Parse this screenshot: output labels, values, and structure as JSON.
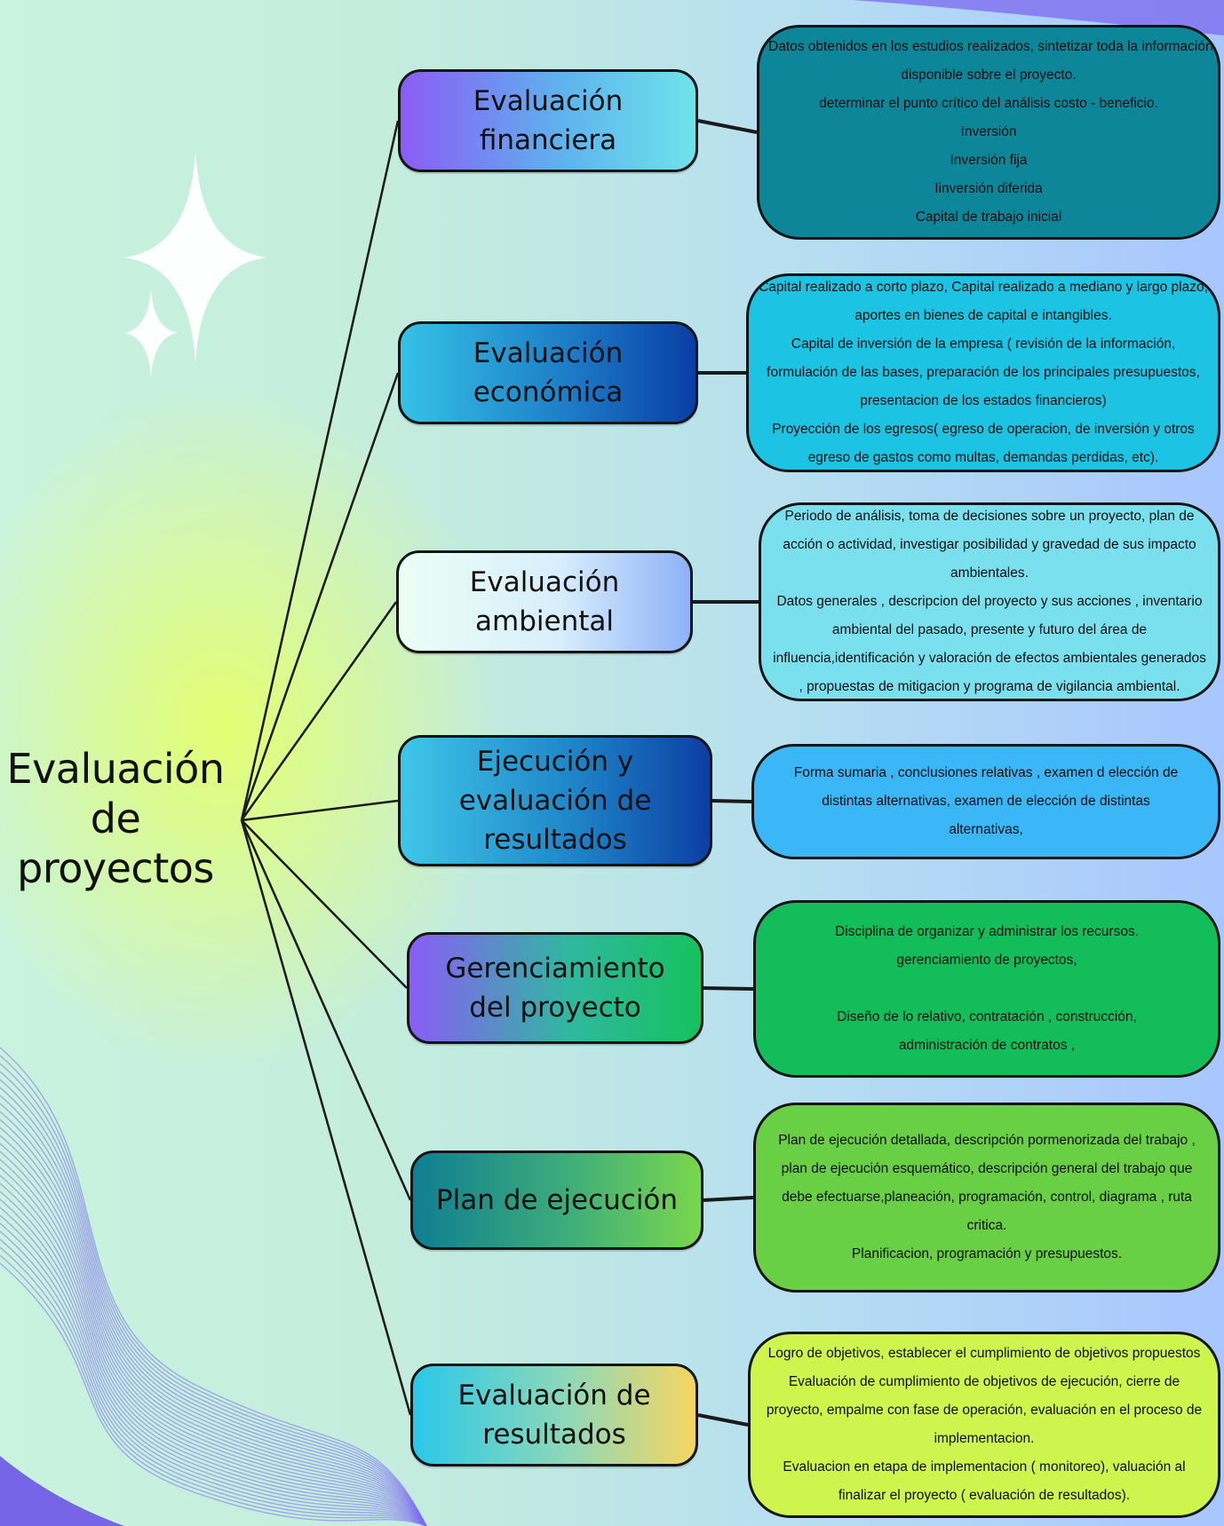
{
  "root": {
    "lines": [
      "Evaluación",
      "de",
      "proyectos"
    ]
  },
  "branches": [
    {
      "title_lines": [
        "Evaluación",
        "financiera"
      ],
      "fill": "linear-gradient(90deg,#8b5cf6 0%,#5eb3ee 55%,#6fe3e9 100%)",
      "desc_fill": "#0e869a",
      "desc_lines": [
        "Datos obtenidos en los estudios realizados, sintetizar toda la información",
        "disponible sobre el proyecto.",
        "determinar el punto crítico del análisis costo - beneficio.",
        "Inversión",
        "Inversión fija",
        "Iinversión diferida",
        "Capital de trabajo inicial"
      ]
    },
    {
      "title_lines": [
        "Evaluación",
        "económica"
      ],
      "fill": "linear-gradient(90deg,#35c2e6 0%,#1e7fc8 55%,#0a3ea6 100%)",
      "desc_fill": "#1dc3e2",
      "desc_lines": [
        "Capital realizado a corto plazo, Capital realizado a mediano y largo plazo,",
        "aportes en bienes de capital e intangibles.",
        "Capital de inversión de la empresa ( revisión de la información,",
        "formulación de las bases, preparación de los principales presupuestos,",
        "presentacion de los estados financieros)",
        "Proyección de los egresos( egreso de operacion, de inversión y otros",
        "egreso de gastos como multas, demandas perdidas, etc)."
      ]
    },
    {
      "title_lines": [
        "Evaluación",
        "ambiental"
      ],
      "fill": "linear-gradient(90deg,#eafff4 0%,#d8eefc 55%,#8eb2f7 100%)",
      "desc_fill": "#7be0ee",
      "desc_lines": [
        "Periodo de análisis, toma de decisiones sobre un proyecto, plan de",
        "acción o actividad, investigar posibilidad y gravedad de sus impacto",
        "ambientales.",
        "Datos generales , descripcion del proyecto y sus acciones , inventario",
        "ambiental del pasado, presente  y futuro del área de",
        "influencia,identificación  y valoración de efectos ambientales generados",
        ", propuestas de mitigacion y programa de vigilancia ambiental."
      ]
    },
    {
      "title_lines": [
        "Ejecución y",
        "evaluación de",
        "resultados"
      ],
      "fill": "linear-gradient(90deg,#3fc7e8 0%,#1f86c9 55%,#0c3fa3 100%)",
      "desc_fill": "#3bb6f7",
      "desc_lines": [
        "Forma sumaria , conclusiones relativas , examen d elección de",
        "distintas alternativas, examen de elección de distintas",
        "alternativas,"
      ]
    },
    {
      "title_lines": [
        "Gerenciamiento",
        "del proyecto"
      ],
      "fill": "linear-gradient(90deg,#8b5cf6 0%,#2fb8a0 55%,#16c15d 100%)",
      "desc_fill": "#13be5a",
      "desc_lines": [
        "Disciplina de organizar y administrar los recursos.",
        "gerenciamiento de proyectos,",
        "",
        "Diseño  de lo relativo, contratación  , construcción,",
        "administración de contratos ,"
      ]
    },
    {
      "title_lines": [
        "Plan de ejecución"
      ],
      "fill": "linear-gradient(90deg,#0f7e92 0%,#3fae7a 55%,#7ad64c 100%)",
      "desc_fill": "#69cf45",
      "desc_lines": [
        "Plan de ejecución detallada, descripción pormenorizada del trabajo ,",
        "plan de ejecución esquemático, descripción general del trabajo que",
        "debe efectuarse,planeación, programación, control, diagrama , ruta",
        "critica.",
        "Planificacion, programación y presupuestos."
      ]
    },
    {
      "title_lines": [
        "Evaluación de",
        "resultados"
      ],
      "fill": "linear-gradient(90deg,#2bc8e8 0%,#8fd8b8 55%,#f6d660 100%)",
      "desc_fill": "#cdf54e",
      "desc_lines": [
        "Logro de objetivos, establecer el cumplimiento de objetivos propuestos",
        "Evaluación de cumplimiento de objetivos de ejecución, cierre de",
        "proyecto, empalme con fase de operación, evaluación en el proceso de",
        "implementacion.",
        "Evaluacion en etapa de implementacion ( monitoreo), valuación al",
        "finalizar el proyecto ( evaluación de resultados)."
      ]
    }
  ]
}
